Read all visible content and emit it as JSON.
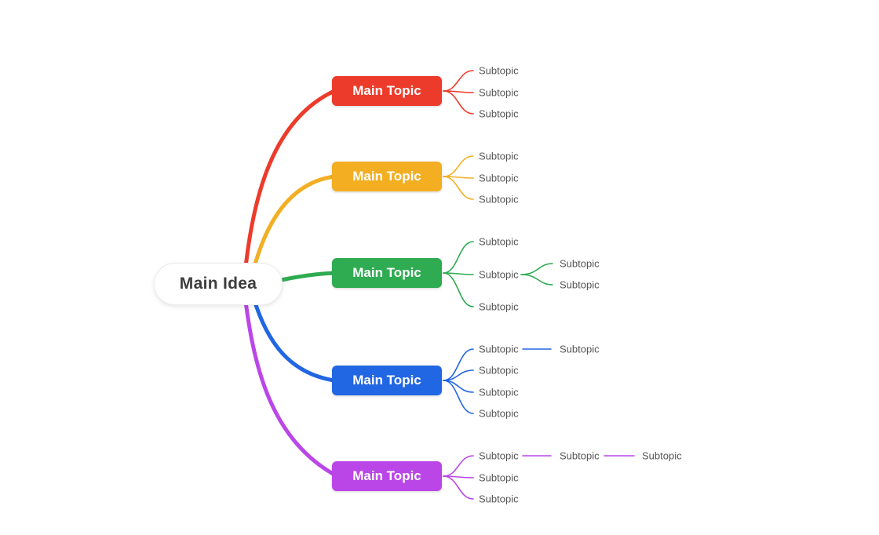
{
  "page": {
    "background": "#ffffff"
  },
  "mindmap": {
    "root": {
      "label": "Main Idea",
      "background": "#ffffff",
      "border_color": "#ececec",
      "text_color": "#3d3d3d"
    },
    "subtopic_text_color": "#555555",
    "topics": [
      {
        "label": "Main Topic",
        "color": "#ed3b2b",
        "children": [
          {
            "label": "Subtopic",
            "children": []
          },
          {
            "label": "Subtopic",
            "children": []
          },
          {
            "label": "Subtopic",
            "children": []
          }
        ]
      },
      {
        "label": "Main Topic",
        "color": "#f3ae22",
        "children": [
          {
            "label": "Subtopic",
            "children": []
          },
          {
            "label": "Subtopic",
            "children": []
          },
          {
            "label": "Subtopic",
            "children": []
          }
        ]
      },
      {
        "label": "Main Topic",
        "color": "#2fab52",
        "children": [
          {
            "label": "Subtopic",
            "children": []
          },
          {
            "label": "Subtopic",
            "children": [
              {
                "label": "Subtopic",
                "children": []
              },
              {
                "label": "Subtopic",
                "children": []
              }
            ]
          },
          {
            "label": "Subtopic",
            "children": []
          }
        ]
      },
      {
        "label": "Main Topic",
        "color": "#2166e2",
        "children": [
          {
            "label": "Subtopic",
            "children": [
              {
                "label": "Subtopic",
                "children": []
              }
            ]
          },
          {
            "label": "Subtopic",
            "children": []
          },
          {
            "label": "Subtopic",
            "children": []
          },
          {
            "label": "Subtopic",
            "children": []
          }
        ]
      },
      {
        "label": "Main Topic",
        "color": "#bb46e8",
        "children": [
          {
            "label": "Subtopic",
            "children": [
              {
                "label": "Subtopic",
                "children": [
                  {
                    "label": "Subtopic",
                    "children": []
                  }
                ]
              }
            ]
          },
          {
            "label": "Subtopic",
            "children": []
          },
          {
            "label": "Subtopic",
            "children": []
          }
        ]
      }
    ]
  }
}
